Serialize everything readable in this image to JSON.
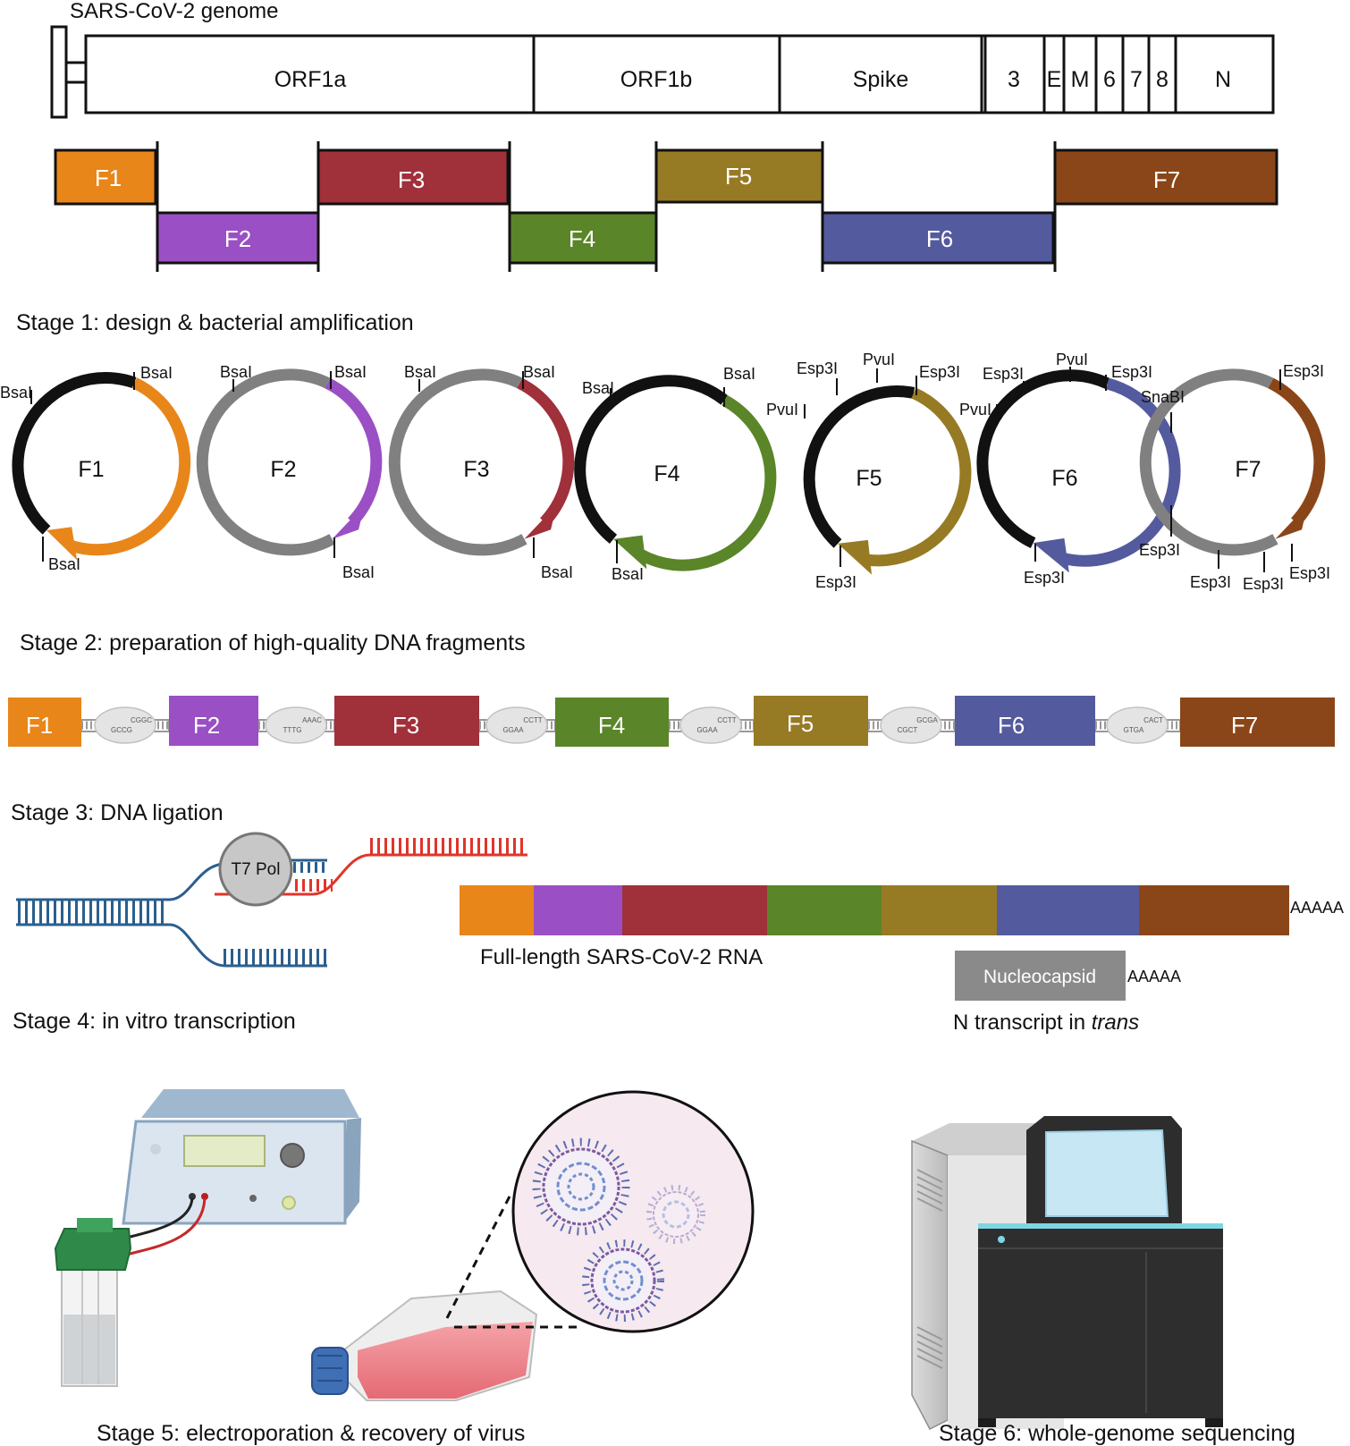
{
  "genome": {
    "title": "SARS-CoV-2 genome",
    "genes": [
      "ORF1a",
      "ORF1b",
      "Spike",
      "3",
      "E",
      "M",
      "6",
      "7",
      "8",
      "N"
    ]
  },
  "fragments": [
    {
      "label": "F1",
      "color": "#E8861A"
    },
    {
      "label": "F2",
      "color": "#9A4FC4"
    },
    {
      "label": "F3",
      "color": "#A0303A"
    },
    {
      "label": "F4",
      "color": "#5A8528"
    },
    {
      "label": "F5",
      "color": "#977A24"
    },
    {
      "label": "F6",
      "color": "#545A9E"
    },
    {
      "label": "F7",
      "color": "#8A4618"
    }
  ],
  "backbone_colors": {
    "black": "#111111",
    "gray": "#808080"
  },
  "stage1": {
    "title": "Stage 1: design & bacterial amplification",
    "plasmids": [
      {
        "label": "F1",
        "sites": [
          "BsaI",
          "BsaI",
          "BsaI"
        ]
      },
      {
        "label": "F2",
        "sites": [
          "BsaI",
          "BsaI",
          "BsaI"
        ]
      },
      {
        "label": "F3",
        "sites": [
          "BsaI",
          "BsaI",
          "BsaI"
        ]
      },
      {
        "label": "F4",
        "sites": [
          "BsaI",
          "BsaI",
          "BsaI"
        ]
      },
      {
        "label": "F5",
        "sites": [
          "Esp3I",
          "PvuI",
          "Esp3I",
          "PvuI",
          "Esp3I"
        ]
      },
      {
        "label": "F6",
        "sites": [
          "Esp3I",
          "PvuI",
          "Esp3I",
          "PvuI",
          "Esp3I"
        ]
      },
      {
        "label": "F7",
        "sites": [
          "Esp3I",
          "SnaBI",
          "Esp3I",
          "Esp3I",
          "Esp3I",
          "Esp3I"
        ]
      }
    ]
  },
  "stage2": {
    "title": "Stage 2: preparation of high-quality DNA fragments",
    "overhangs": [
      {
        "top": "CGGC",
        "bottom": "GCCG"
      },
      {
        "top": "AAAC",
        "bottom": "TTTG"
      },
      {
        "top": "CCTT",
        "bottom": "GGAA"
      },
      {
        "top": "CCTT",
        "bottom": "GGAA"
      },
      {
        "top": "GCGA",
        "bottom": "CGCT"
      },
      {
        "top": "CACT",
        "bottom": "GTGA"
      }
    ]
  },
  "stage3": {
    "title": "Stage 3: DNA ligation"
  },
  "stage4": {
    "title": "Stage 4: in vitro transcription",
    "polymerase": "T7 Pol",
    "rna_label": "Full-length SARS-CoV-2 RNA",
    "polyA": "AAAAA",
    "n_box": "Nucleocapsid",
    "n_polyA": "AAAAA",
    "n_caption_prefix": "N transcript in ",
    "n_caption_italic": "trans"
  },
  "stage5": {
    "title": "Stage 5: electroporation & recovery of virus"
  },
  "stage6": {
    "title": "Stage 6: whole-genome sequencing"
  }
}
